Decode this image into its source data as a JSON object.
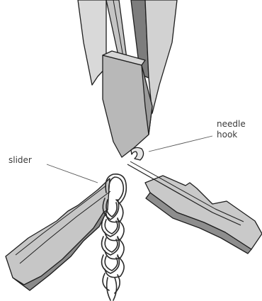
{
  "labels": {
    "needle_hook_line1": "needle",
    "needle_hook_line2": "hook",
    "slider": "slider"
  },
  "colors": {
    "part_fill_light": "#d9d9d9",
    "part_fill_mid": "#b3b3b3",
    "part_fill_dark": "#8a8a8a",
    "outline": "#1e1e1e",
    "thread": "#2a2a2a",
    "leader_line": "#555555",
    "label_text": "#3a3a3a"
  }
}
